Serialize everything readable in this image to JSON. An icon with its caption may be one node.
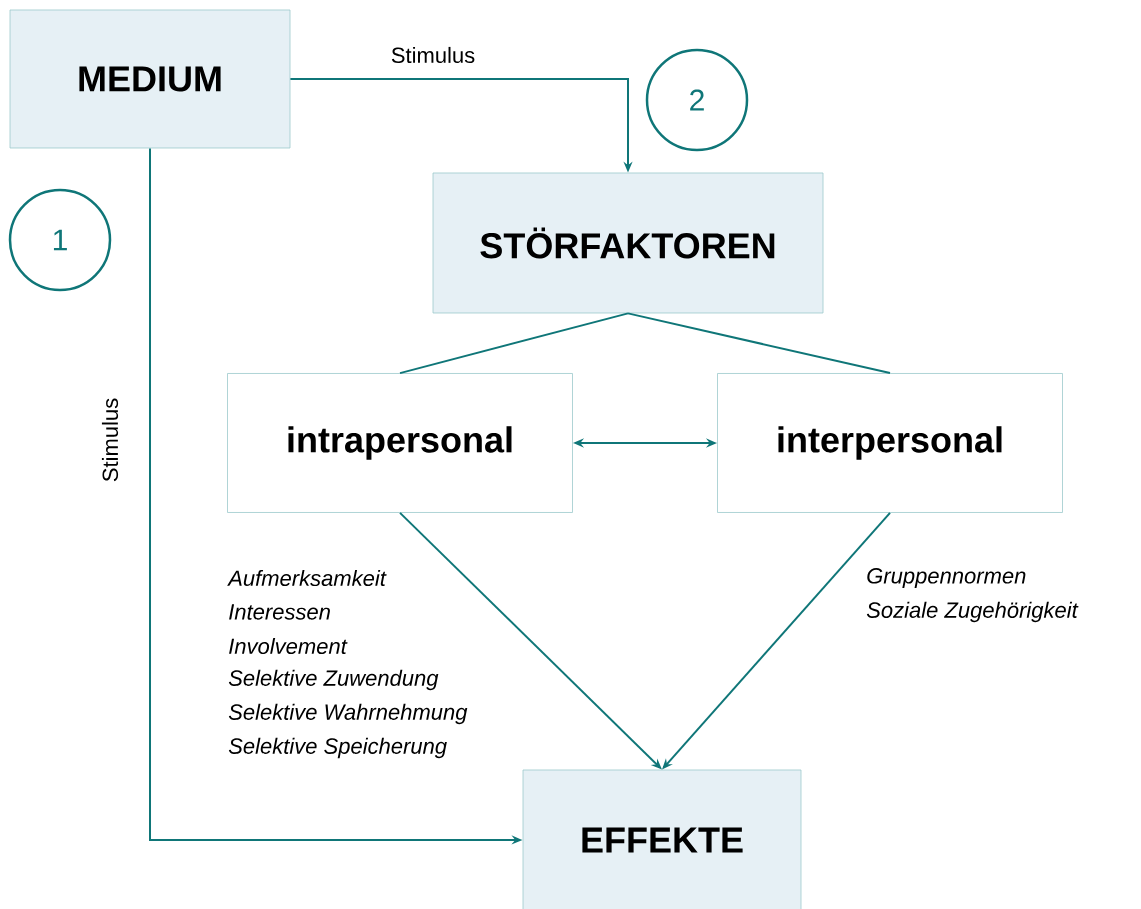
{
  "diagram": {
    "nodes": [
      {
        "text": [
          "MEDIUM"
        ]
      },
      {
        "text": [
          "STÖRFAKTOREN"
        ]
      },
      {
        "text": [
          "intrapersonal"
        ]
      },
      {
        "text": [
          "interpersonal"
        ]
      },
      {
        "text": [
          "EFFEKTE"
        ]
      },
      {
        "text": [
          "1"
        ]
      },
      {
        "text": [
          "2"
        ]
      }
    ],
    "edges": [
      {
        "from": 0,
        "to": 1,
        "arrow": "to",
        "label": "Stimulus"
      },
      {
        "from": 0,
        "to": 4,
        "arrow": "to",
        "label": "Stimulus"
      },
      {
        "from": 1,
        "to": 2,
        "arrow": "none"
      },
      {
        "from": 1,
        "to": 3,
        "arrow": "none"
      },
      {
        "from": 2,
        "to": 3,
        "arrow": "both"
      },
      {
        "from": 2,
        "to": 4,
        "arrow": "to"
      },
      {
        "from": 3,
        "to": 4,
        "arrow": "to"
      }
    ],
    "labels": [
      "Aufmerksamkeit",
      "Interessen",
      "Involvement",
      "Selektive Zuwendung",
      "Selektive Wahrnehmung",
      "Selektive Speicherung",
      "Gruppennormen",
      "Soziale Zugehörigkeit"
    ]
  }
}
